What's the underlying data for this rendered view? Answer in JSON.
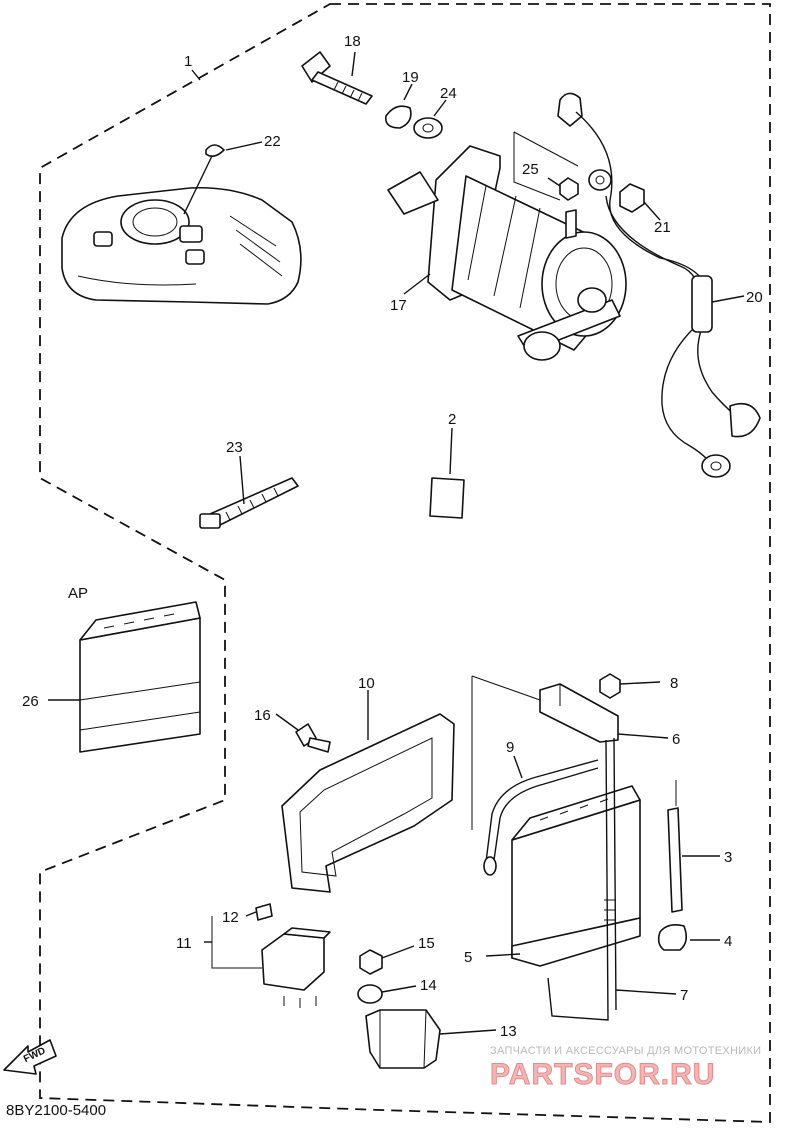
{
  "diagram": {
    "labels": {
      "p1": "1",
      "p2": "2",
      "p3": "3",
      "p4": "4",
      "p5": "5",
      "p6": "6",
      "p7": "7",
      "p8": "8",
      "p9": "9",
      "p10": "10",
      "p11": "11",
      "p12": "12",
      "p13": "13",
      "p14": "14",
      "p15": "15",
      "p16": "16",
      "p17": "17",
      "p18": "18",
      "p19": "19",
      "p20": "20",
      "p21": "21",
      "p22": "22",
      "p23": "23",
      "p24": "24",
      "p25": "25",
      "p26": "26",
      "ap": "AP",
      "fwd": "FWD"
    },
    "code": "8BY2100-5400"
  },
  "watermark": {
    "tagline": "ЗАПЧАСТИ И АКСЕССУАРЫ ДЛЯ МОТОТЕХНИКИ",
    "brand": "PARTSFOR.RU"
  }
}
